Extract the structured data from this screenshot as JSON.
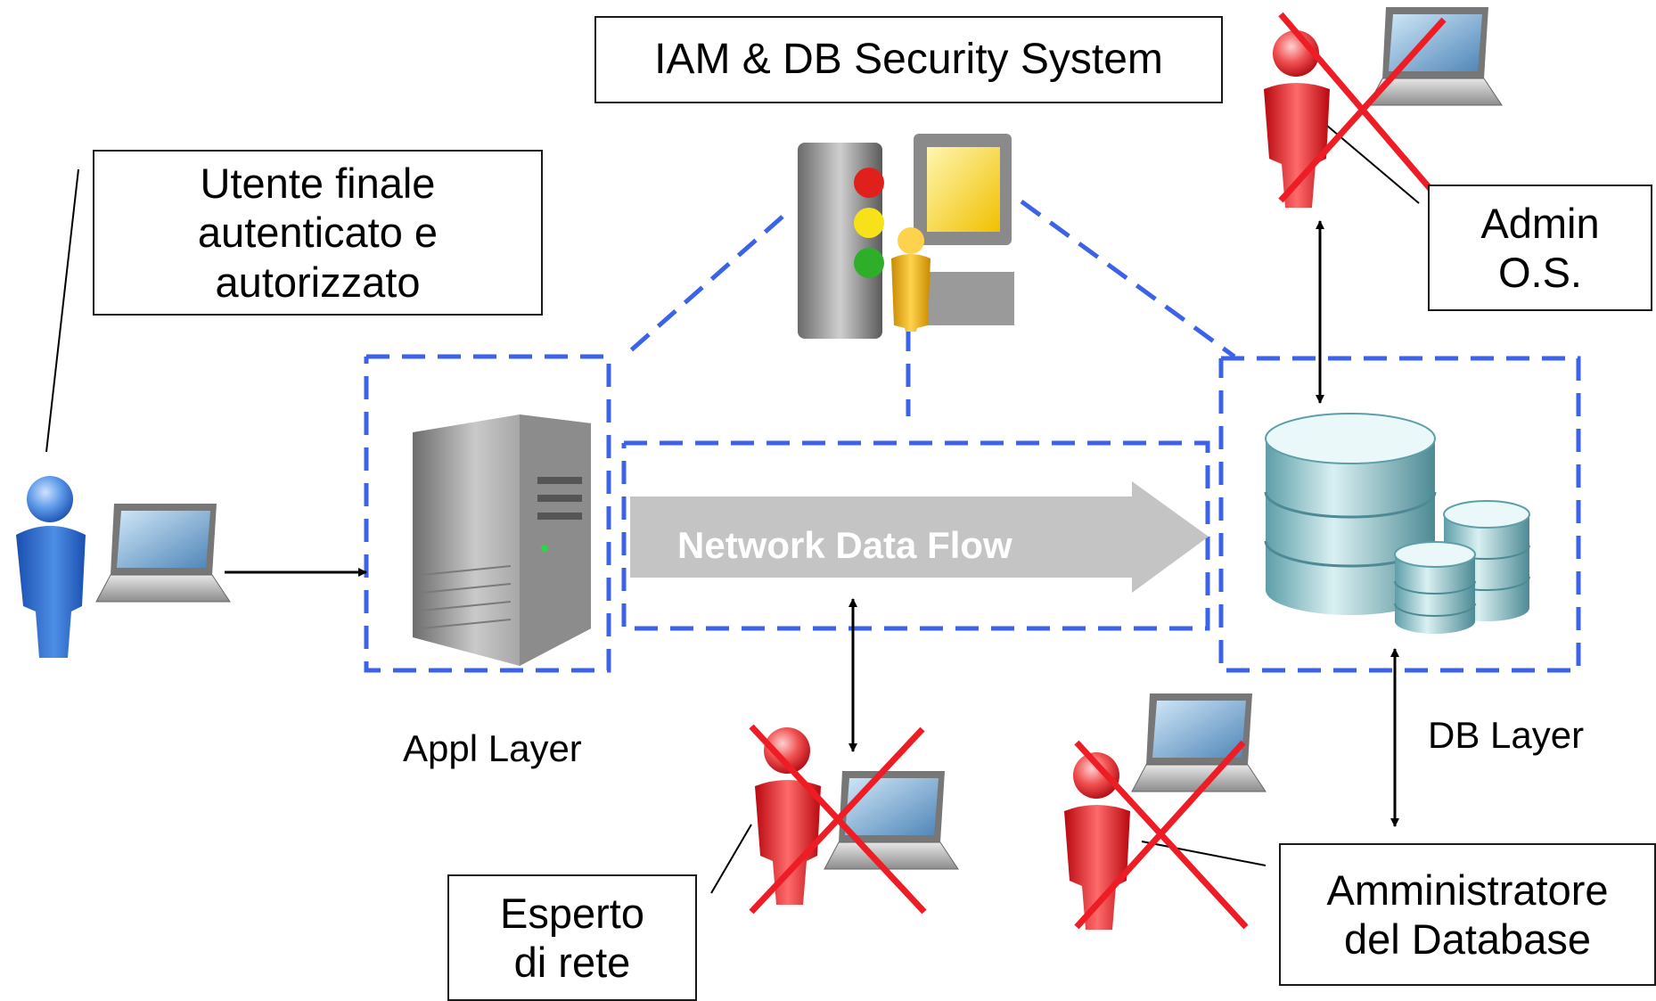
{
  "title_box": {
    "text": "IAM & DB Security System"
  },
  "end_user": {
    "line1": "Utente finale",
    "line2": "autenticato e",
    "line3": "autorizzato"
  },
  "admin_os": {
    "line1": "Admin",
    "line2": "O.S."
  },
  "network_expert": {
    "line1": "Esperto",
    "line2": "di rete"
  },
  "db_admin": {
    "line1": "Amministratore",
    "line2": "del Database"
  },
  "layers": {
    "appl": "Appl Layer",
    "db": "DB Layer"
  },
  "flow": {
    "label": "Network Data Flow"
  },
  "colors": {
    "dashed": "#3b62e8",
    "cross": "#ee1c24",
    "flow_arrow": "#c4c4c4",
    "user_blue": "#1f5fbf",
    "user_red": "#d9161e"
  }
}
